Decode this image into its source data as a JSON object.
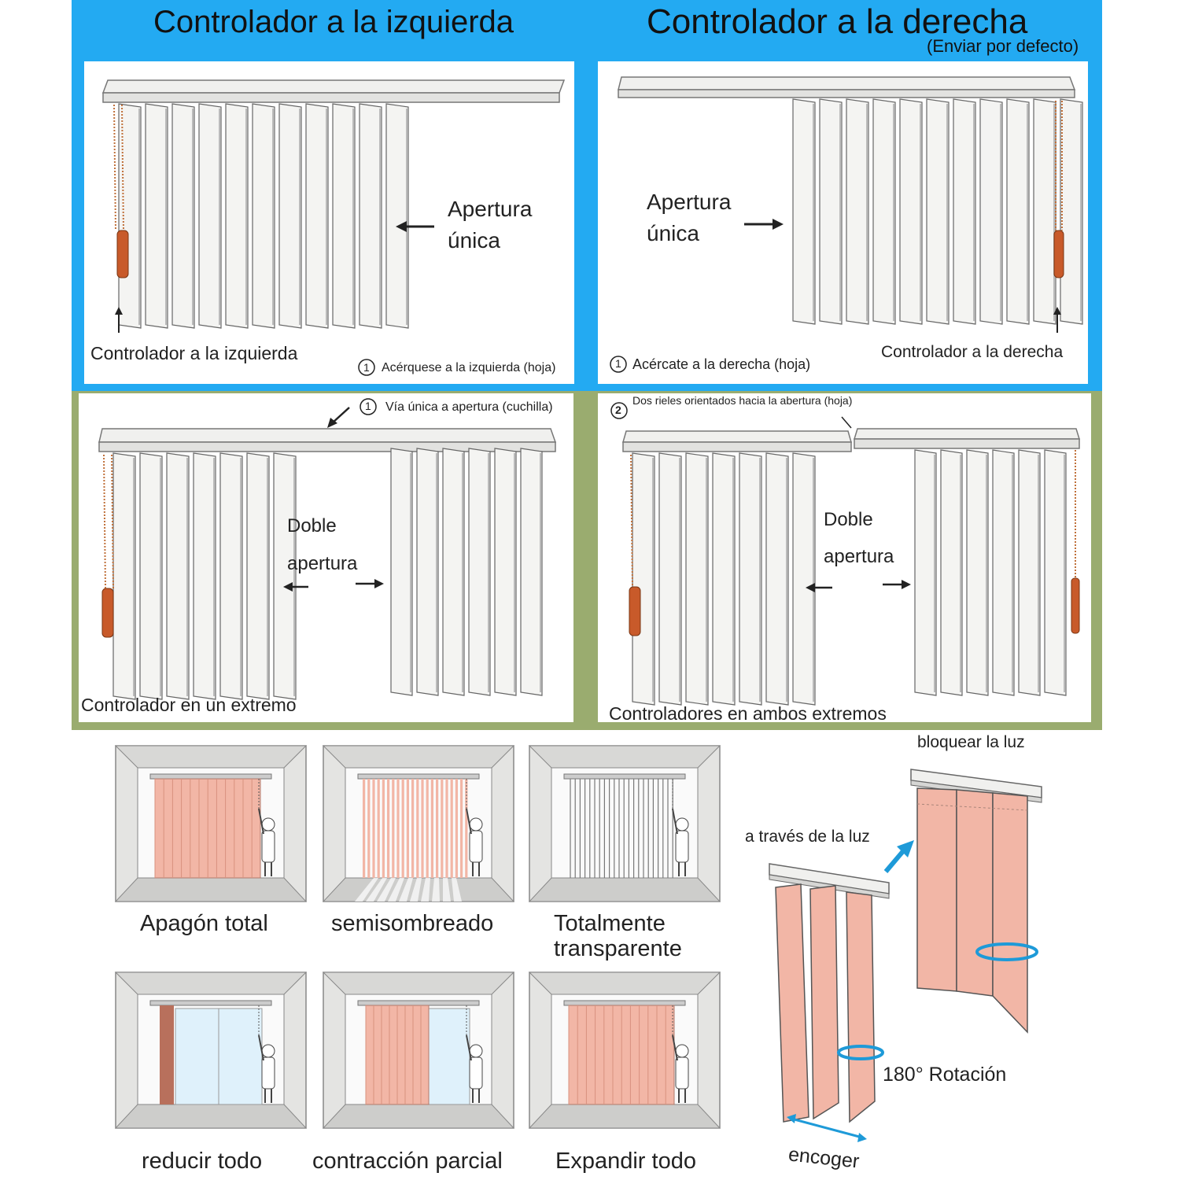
{
  "colors": {
    "top_band": "#23aaf2",
    "middle_band": "#9aac6f",
    "panel": "#ffffff",
    "slat": "#f4f4f2",
    "slat_shadow": "#cfcfcc",
    "rail": "#e8e8e6",
    "controller": "#c85a2a",
    "pink_slat": "#f2b6a6",
    "arrow_blue": "#1e9ad8",
    "text": "#222222"
  },
  "header": {
    "left_title": "Controlador a la izquierda",
    "right_title": "Controlador a la derecha",
    "right_subtitle": "(Enviar por defecto)"
  },
  "panels": {
    "p1": {
      "opening_line1": "Apertura",
      "opening_line2": "única",
      "controller_label": "Controlador a la izquierda",
      "number": "1",
      "note": "Acérquese a la izquierda (hoja)"
    },
    "p2": {
      "opening_line1": "Apertura",
      "opening_line2": "única",
      "controller_label": "Controlador a la derecha",
      "number": "1",
      "note": "Acércate a la derecha (hoja)"
    },
    "p3": {
      "number": "1",
      "note": "Vía única a apertura (cuchilla)",
      "opening_line1": "Doble",
      "opening_line2": "apertura",
      "controller_label": "Controlador en un extremo"
    },
    "p4": {
      "number": "2",
      "note": "Dos rieles orientados hacia la abertura (hoja)",
      "opening_line1": "Doble",
      "opening_line2": "apertura",
      "controller_label": "Controladores en ambos extremos"
    }
  },
  "modes": [
    {
      "label": "Apagón total"
    },
    {
      "label": "semisombreado"
    },
    {
      "label_line1": "Totalmente",
      "label_line2": "transparente"
    },
    {
      "label": "reducir todo"
    },
    {
      "label": "contracción parcial"
    },
    {
      "label": "Expandir todo"
    }
  ],
  "rotation": {
    "block_light": "bloquear la luz",
    "through_light": "a través de la luz",
    "rotation_label": "180° Rotación",
    "shrink": "encoger"
  }
}
